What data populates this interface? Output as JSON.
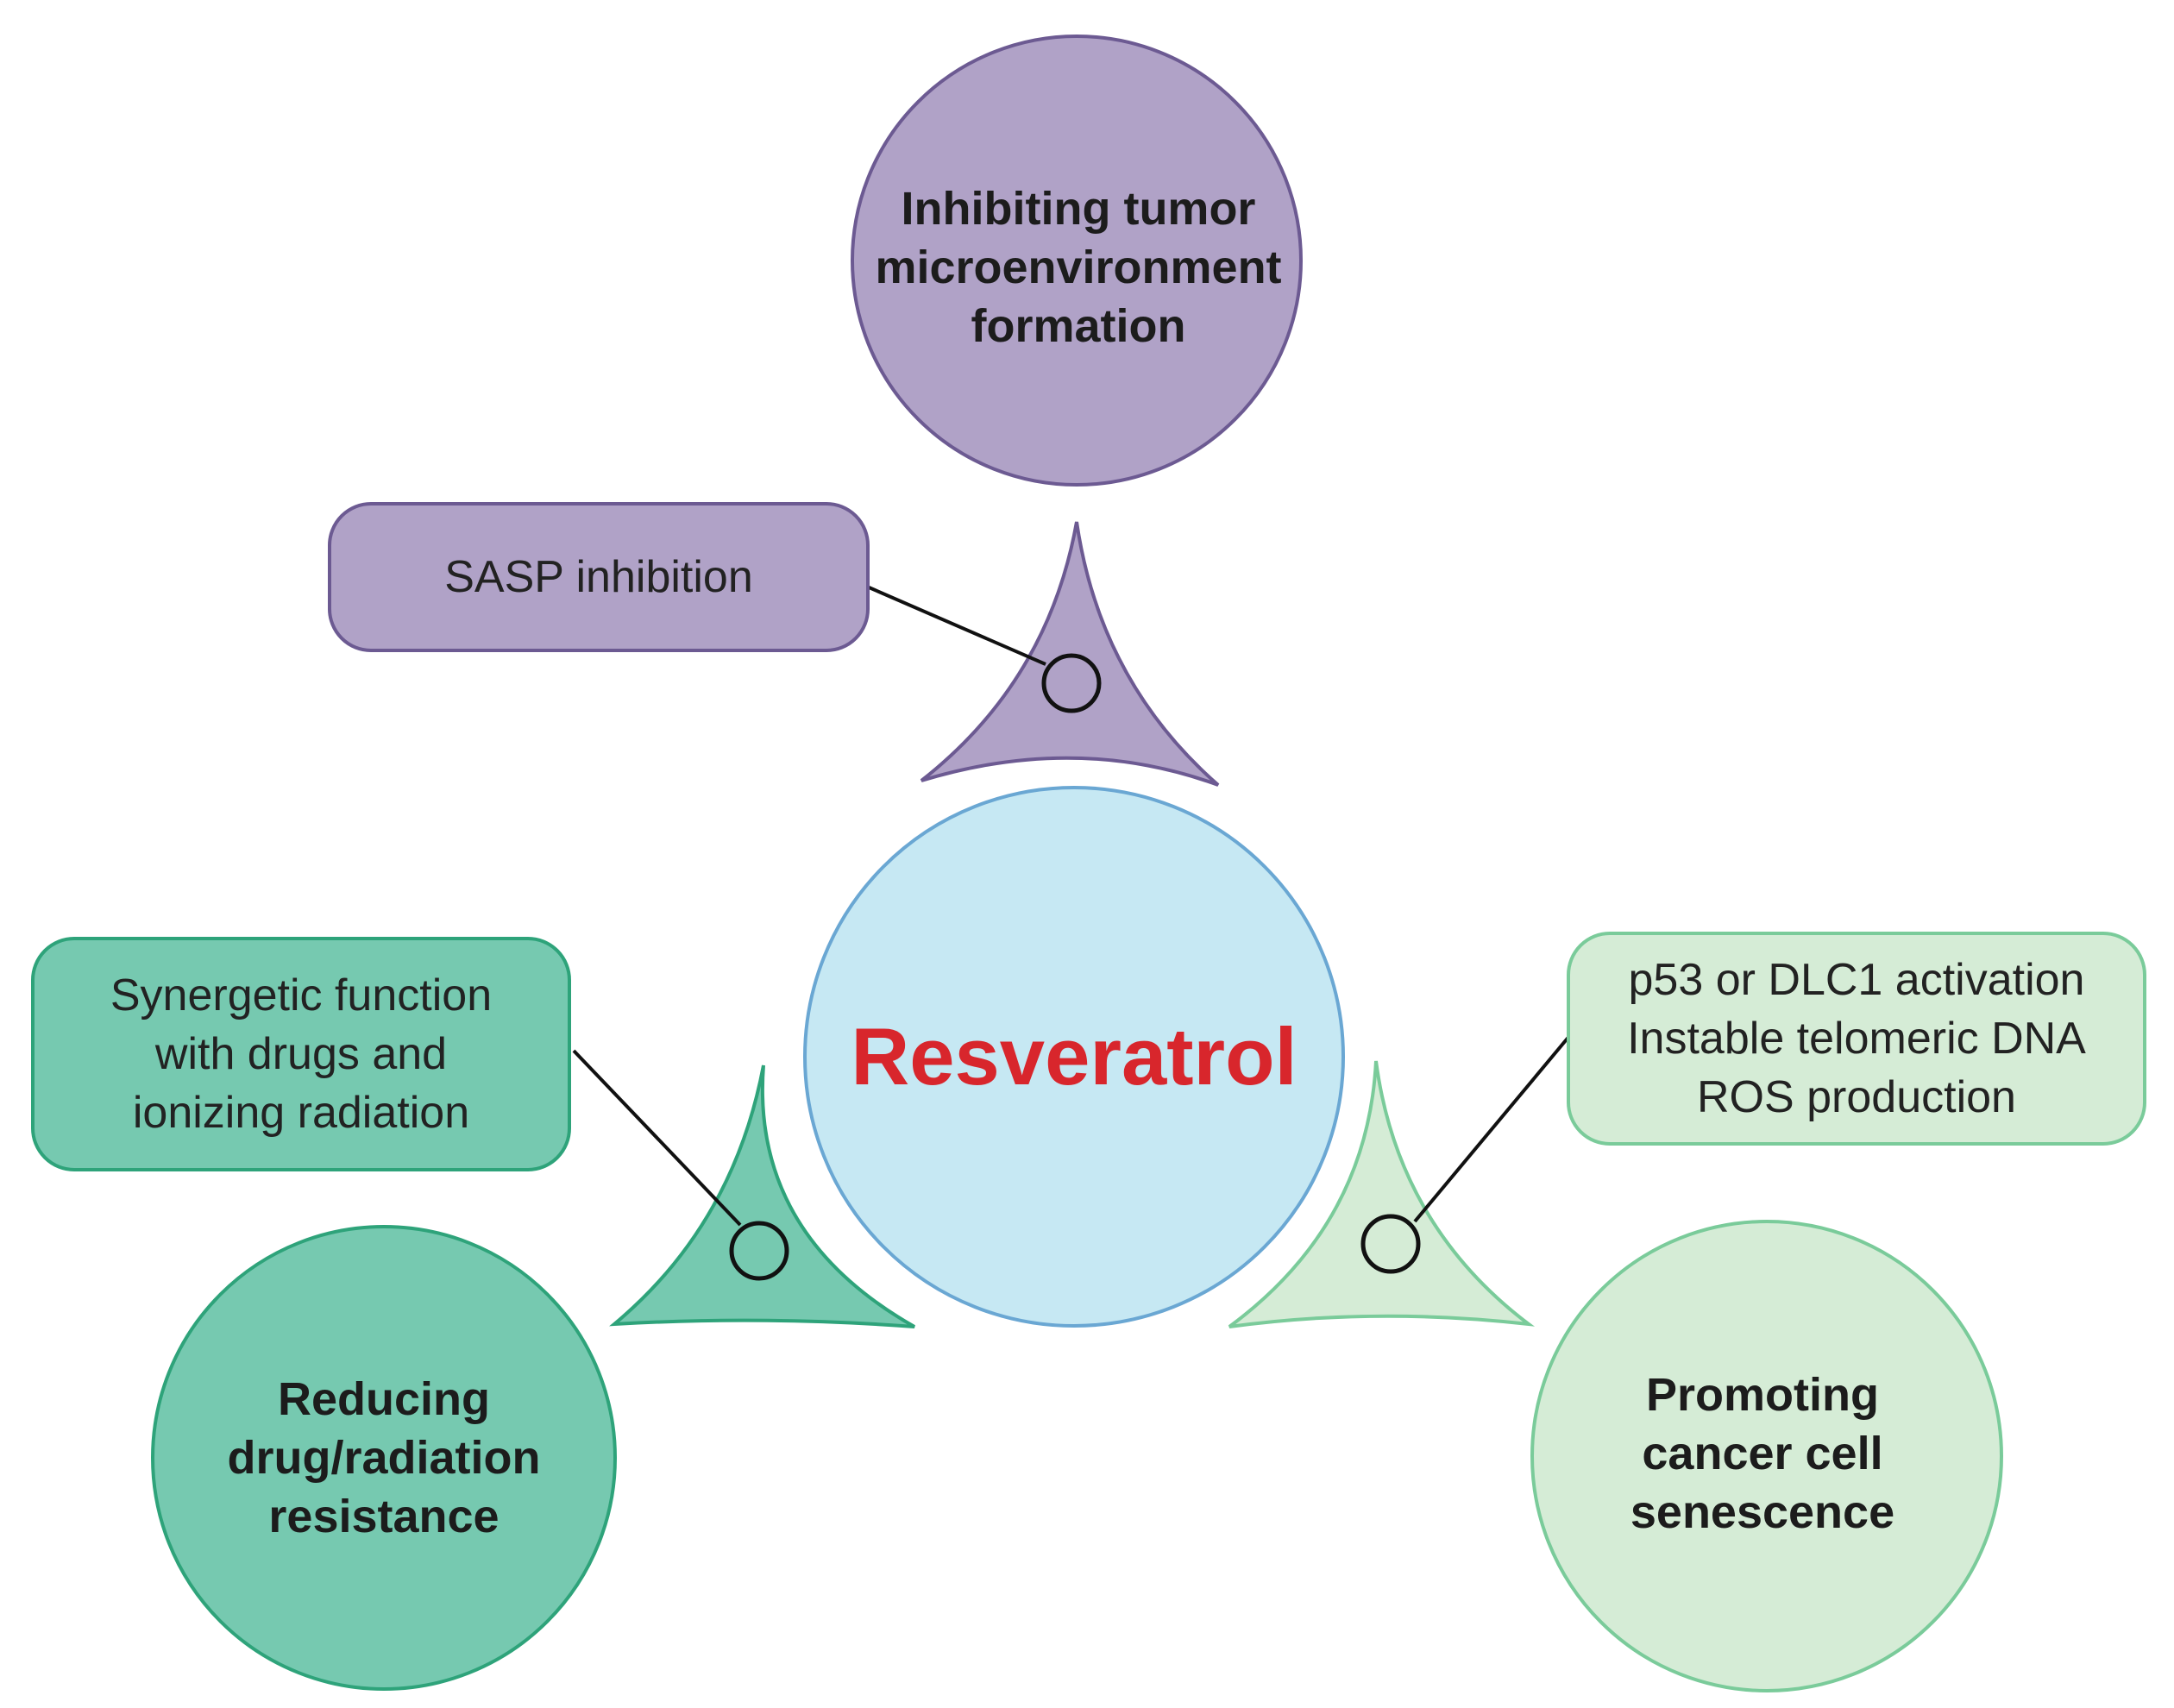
{
  "center": {
    "label": "Resveratrol",
    "fill": "#c6e8f3",
    "stroke": "#6aa7d3",
    "text_color": "#d8262c"
  },
  "branches": [
    {
      "id": "top",
      "outcome": "Inhibiting tumor\nmicroenvironment\nformation",
      "mechanism": "SASP inhibition",
      "fill": "#b0a2c7",
      "stroke": "#6c5a92"
    },
    {
      "id": "left",
      "outcome": "Reducing\ndrug/radiation\nresistance",
      "mechanism": "Synergetic function\nwith drugs and\nionizing radiation",
      "fill": "#76c9b0",
      "stroke": "#2ea37a"
    },
    {
      "id": "right",
      "outcome": "Promoting\ncancer cell\nsenescence",
      "mechanism": "p53 or DLC1 activation\nInstable telomeric DNA\nROS production",
      "fill": "#d5ecd6",
      "stroke": "#7acb9a"
    }
  ]
}
